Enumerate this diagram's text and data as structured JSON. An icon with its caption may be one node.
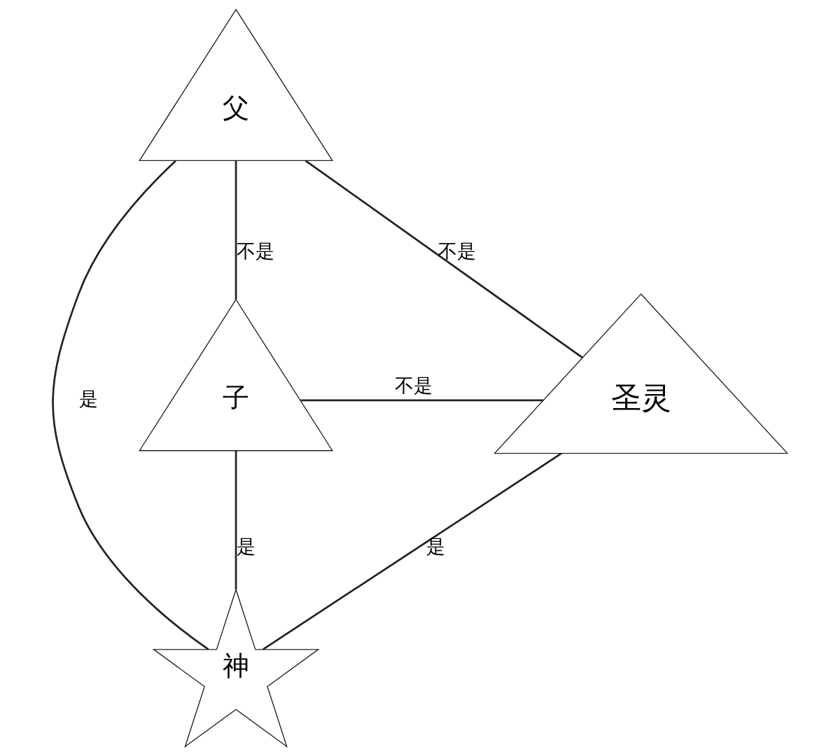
{
  "diagram": {
    "nodes": [
      {
        "text": [
          "父"
        ]
      },
      {
        "text": [
          "神"
        ]
      },
      {
        "text": [
          "子"
        ]
      },
      {
        "text": [
          "圣灵"
        ]
      }
    ],
    "edges": [
      {
        "from": 0,
        "to": 1,
        "arrow": "none",
        "label": "是"
      },
      {
        "from": 0,
        "to": 2,
        "arrow": "none",
        "label": "不是"
      },
      {
        "from": 0,
        "to": 3,
        "arrow": "none",
        "label": "不是"
      },
      {
        "from": 2,
        "to": 1,
        "arrow": "none",
        "label": "是"
      },
      {
        "from": 3,
        "to": 1,
        "arrow": "none",
        "label": "是"
      },
      {
        "from": 2,
        "to": 3,
        "arrow": "none",
        "label": "不是"
      }
    ]
  }
}
